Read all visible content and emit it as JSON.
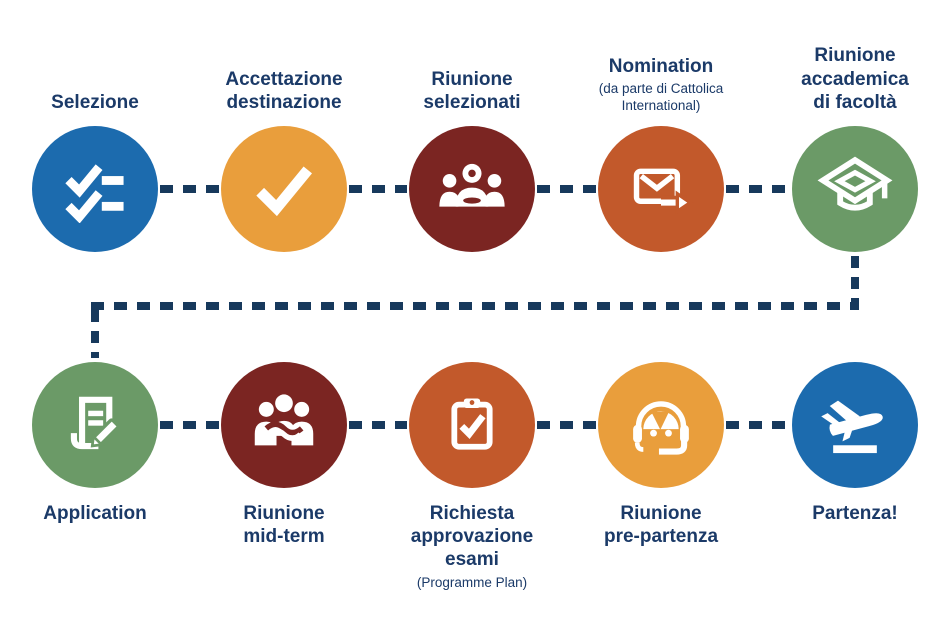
{
  "palette": {
    "navy_text": "#1b3a68",
    "navy_dash": "#17395c",
    "blue": "#1c6bae",
    "yellow_orange": "#e99e3c",
    "dark_red": "#7b2522",
    "burnt_orange": "#c2592b",
    "green": "#6b9a67",
    "white": "#ffffff"
  },
  "steps": [
    {
      "id": 1,
      "row": "top",
      "label": "Selezione",
      "color": "#1c6bae",
      "icon": "checklist-icon"
    },
    {
      "id": 2,
      "row": "top",
      "label": "Accettazione\ndestinazione",
      "color": "#e99e3c",
      "icon": "check-icon"
    },
    {
      "id": 3,
      "row": "top",
      "label": "Riunione\nselezionati",
      "color": "#7b2522",
      "icon": "group-icon"
    },
    {
      "id": 4,
      "row": "top",
      "label": "Nomination",
      "sublabel": "(da parte di Cattolica\nInternational)",
      "color": "#c2592b",
      "icon": "envelope-forward-icon"
    },
    {
      "id": 5,
      "row": "top",
      "label": "Riunione\naccademica\ndi facoltà",
      "color": "#6b9a67",
      "icon": "graduation-cap-icon"
    },
    {
      "id": 6,
      "row": "bottom",
      "label": "Application",
      "color": "#6b9a67",
      "icon": "document-pencil-icon"
    },
    {
      "id": 7,
      "row": "bottom",
      "label": "Riunione\nmid-term",
      "color": "#7b2522",
      "icon": "handshake-group-icon"
    },
    {
      "id": 8,
      "row": "bottom",
      "label": "Richiesta\napprovazione\nesami",
      "sublabel": "(Programme Plan)",
      "color": "#c2592b",
      "icon": "clipboard-check-icon"
    },
    {
      "id": 9,
      "row": "bottom",
      "label": "Riunione\npre-partenza",
      "color": "#e99e3c",
      "icon": "headset-icon"
    },
    {
      "id": 10,
      "row": "bottom",
      "label": "Partenza!",
      "color": "#1c6bae",
      "icon": "plane-takeoff-icon"
    }
  ]
}
